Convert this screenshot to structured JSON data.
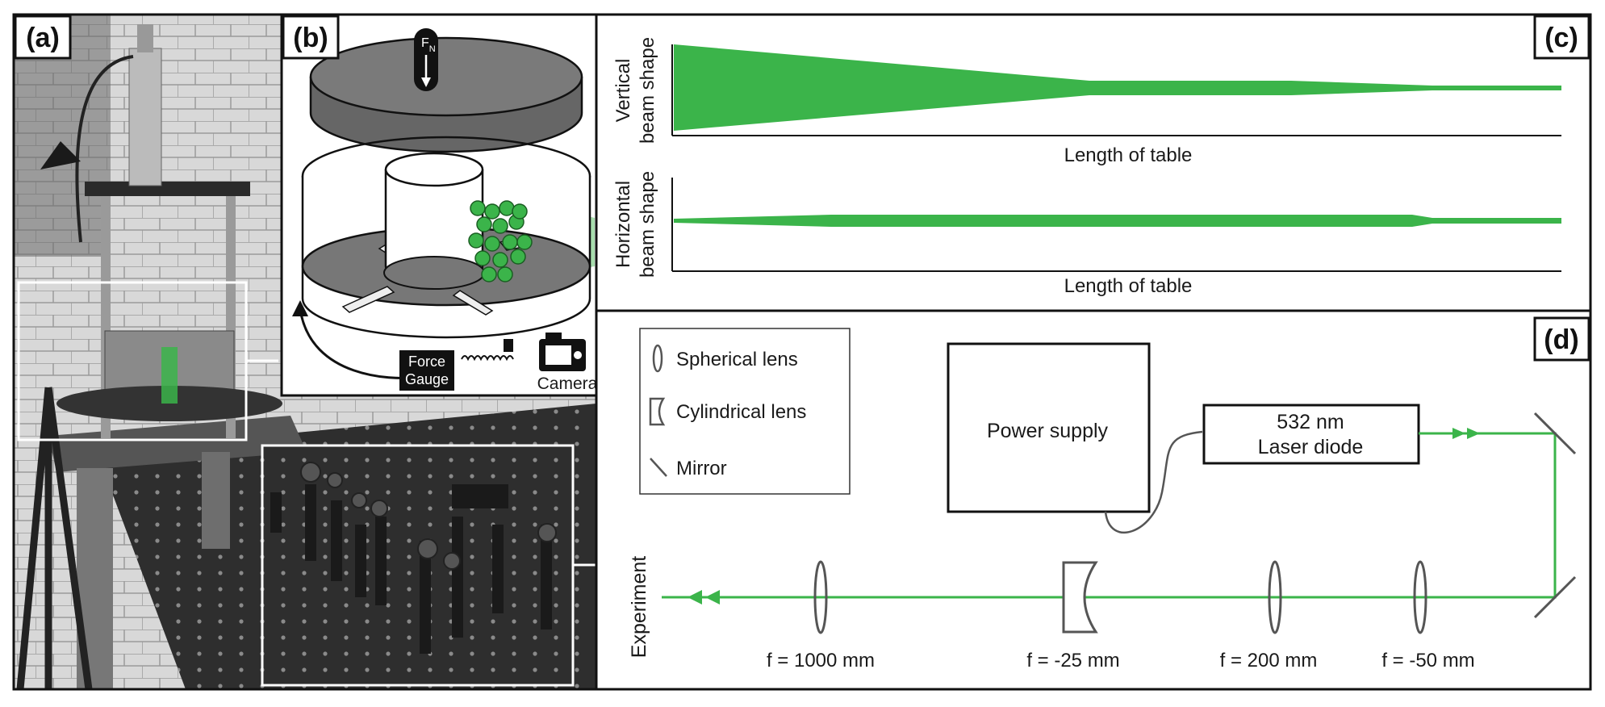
{
  "panels": {
    "a": {
      "label": "(a)"
    },
    "b": {
      "label": "(b)",
      "force_label_main": "F",
      "force_label_sub": "N",
      "gauge_line1": "Force",
      "gauge_line2": "Gauge",
      "camera": "Camera"
    },
    "c": {
      "label": "(c)",
      "vertical_ylabel_1": "Vertical",
      "vertical_ylabel_2": "beam shape",
      "horizontal_ylabel_1": "Horizontal",
      "horizontal_ylabel_2": "beam shape",
      "xlabel": "Length of table"
    },
    "d": {
      "label": "(d)",
      "legend": {
        "spherical": "Spherical lens",
        "cylindrical": "Cylindrical lens",
        "mirror": "Mirror"
      },
      "power_supply": "Power supply",
      "laser_line1": "532 nm",
      "laser_line2": "Laser diode",
      "experiment": "Experiment",
      "focal": [
        "f = 1000 mm",
        "f = -25 mm",
        "f = 200 mm",
        "f = -50 mm"
      ]
    }
  },
  "colors": {
    "beam": "#3bb44a",
    "frame": "#111111",
    "photo_dark": "#3a3a3a",
    "photo_light": "#cfcfcf"
  }
}
